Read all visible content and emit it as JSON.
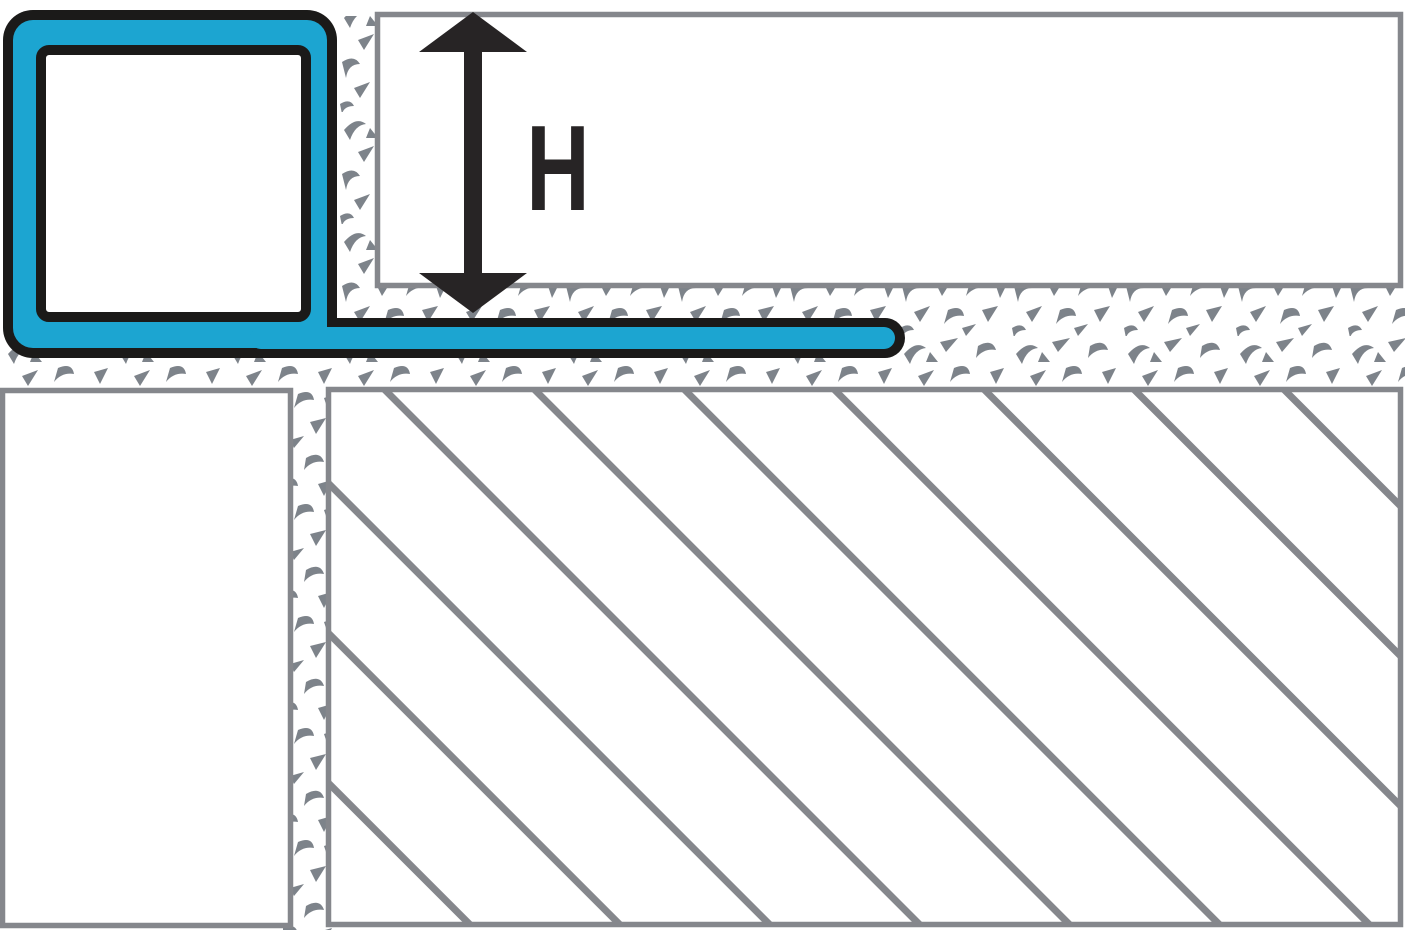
{
  "diagram": {
    "dimension_label": "H",
    "parts": {
      "profile": "square-edge-tile-trim-profile",
      "leg": "anchoring-leg",
      "tile_top_right": "tile-cross-section",
      "tile_bottom_left": "tile-face",
      "substrate": "hatched-substrate",
      "adhesive": "mortar-adhesive-bed"
    },
    "colors": {
      "profile_fill": "#1ca5d1",
      "profile_outline": "#1b1a19",
      "border_gray": "#85878c",
      "speckle_gray": "#7d838a",
      "annotation_dark": "#272425",
      "background": "#ffffff"
    }
  }
}
